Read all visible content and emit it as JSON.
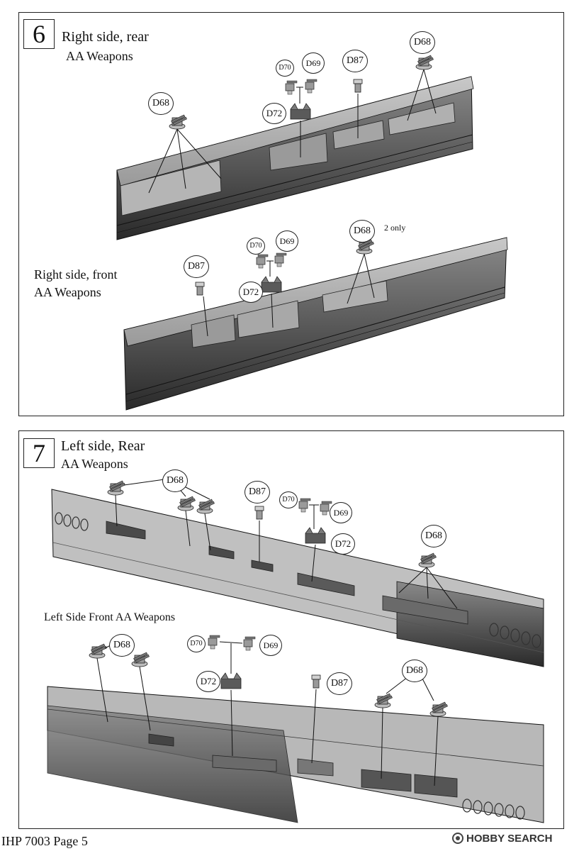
{
  "step6": {
    "number": "6",
    "title": "Right side, rear",
    "subtitle": "AA Weapons",
    "front_title": "Right side, front",
    "front_subtitle": "AA Weapons",
    "note_2only": "2 only",
    "parts": {
      "rear_d68_a": "D68",
      "rear_d70": "D70",
      "rear_d69": "D69",
      "rear_d87": "D87",
      "rear_d68_b": "D68",
      "rear_d72": "D72",
      "front_d87": "D87",
      "front_d70": "D70",
      "front_d69": "D69",
      "front_d72": "D72",
      "front_d68": "D68"
    }
  },
  "step7": {
    "number": "7",
    "title": "Left side, Rear",
    "subtitle": "AA Weapons",
    "front_title": "Left Side Front AA Weapons",
    "parts": {
      "rear_d68_a": "D68",
      "rear_d87": "D87",
      "rear_d70": "D70",
      "rear_d69": "D69",
      "rear_d72": "D72",
      "rear_d68_b": "D68",
      "front_d68_a": "D68",
      "front_d70": "D70",
      "front_d69": "D69",
      "front_d72": "D72",
      "front_d87": "D87",
      "front_d68_b": "D68"
    }
  },
  "footer": {
    "page_label": "IHP 7003 Page 5"
  },
  "watermark": {
    "text": "HOBBY SEARCH"
  },
  "colors": {
    "hull_dark": "#2b2b2b",
    "hull_mid": "#6b6b6b",
    "deck_light": "#a8a8a8",
    "deck_lighter": "#c4c4c4",
    "line": "#111111"
  }
}
